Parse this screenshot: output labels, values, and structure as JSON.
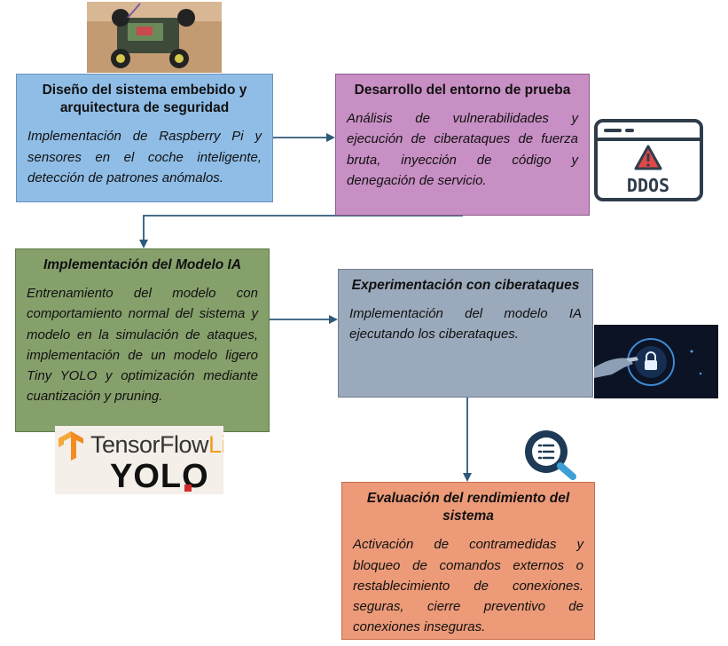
{
  "boxes": {
    "design": {
      "title": "Diseño del sistema embebido y arquitectura de seguridad",
      "body": "Implementación de Raspberry Pi y sensores en el coche inteligente, detección de patrones anómalos."
    },
    "testenv": {
      "title": "Desarrollo del entorno de prueba",
      "body": "Análisis de vulnerabilidades y ejecución de ciberataques de fuerza bruta, inyección de código y denegación de servicio."
    },
    "model": {
      "title": "Implementación del Modelo IA",
      "body": "Entrenamiento del modelo con comportamiento normal del sistema y modelo en la simulación de ataques, implementación de un modelo ligero Tiny YOLO y optimización mediante cuantización y pruning."
    },
    "experiment": {
      "title": "Experimentación con ciberataques",
      "body": "Implementación del modelo IA ejecutando los ciberataques."
    },
    "evaluation": {
      "title": "Evaluación del rendimiento del sistema",
      "body": "Activación de contramedidas y bloqueo de comandos externos o restablecimiento de conexiones. seguras, cierre preventivo de conexiones inseguras."
    }
  },
  "images": {
    "ddos_label": "DDOS",
    "tensorflow_text": "TensorFlow",
    "tensorflow_lite_text": "Lite",
    "yolo_text": "YOLO"
  },
  "colors": {
    "design_box": "#8fbde6",
    "testenv_box": "#c88fc4",
    "model_box": "#86a06c",
    "experiment_box": "#9aa9bb",
    "evaluation_box": "#ec9a78",
    "arrow": "#2e5a7a"
  },
  "icons": [
    "robot-car-photo",
    "ddos-warning-icon",
    "robotic-hand-lock-icon",
    "magnifier-list-icon",
    "tensorflow-lite-logo",
    "yolo-logo"
  ]
}
